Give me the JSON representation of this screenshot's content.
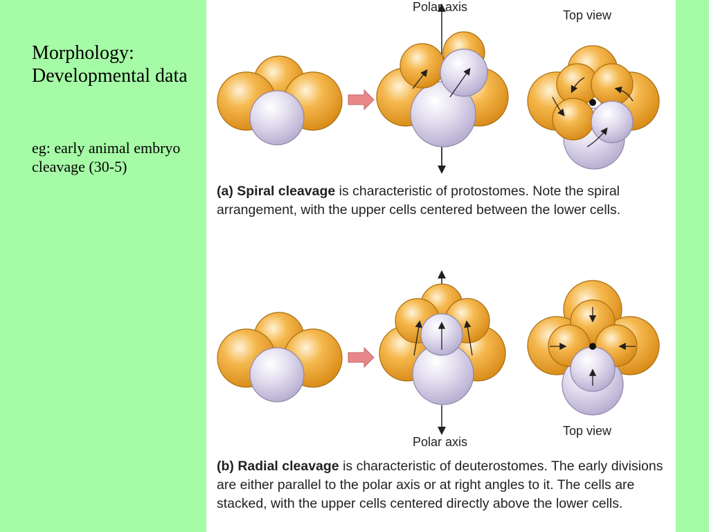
{
  "slide": {
    "title": "Morphology: Developmental data",
    "subtitle": "eg: early animal embryo cleavage (30-5)"
  },
  "figure_a": {
    "axis_label": "Polar axis",
    "top_view_label": "Top view",
    "caption_lead": "(a) Spiral cleavage",
    "caption_text": " is characteristic of protostomes. Note the spiral arrangement, with the upper cells centered between the lower cells."
  },
  "figure_b": {
    "axis_label": "Polar axis",
    "top_view_label": "Top view",
    "caption_lead": "(b) Radial cleavage",
    "caption_text": " is characteristic of deuterostomes. The early divisions are either parallel to the polar axis or at right angles to it. The cells are stacked, with the upper cells centered directly above the lower cells."
  },
  "colors": {
    "slide_background": "#a6fba6",
    "panel_background": "#ffffff",
    "orange_cell": "#f0a030",
    "lavender_cell": "#d4cde6",
    "transition_arrow": "#e8868a"
  }
}
